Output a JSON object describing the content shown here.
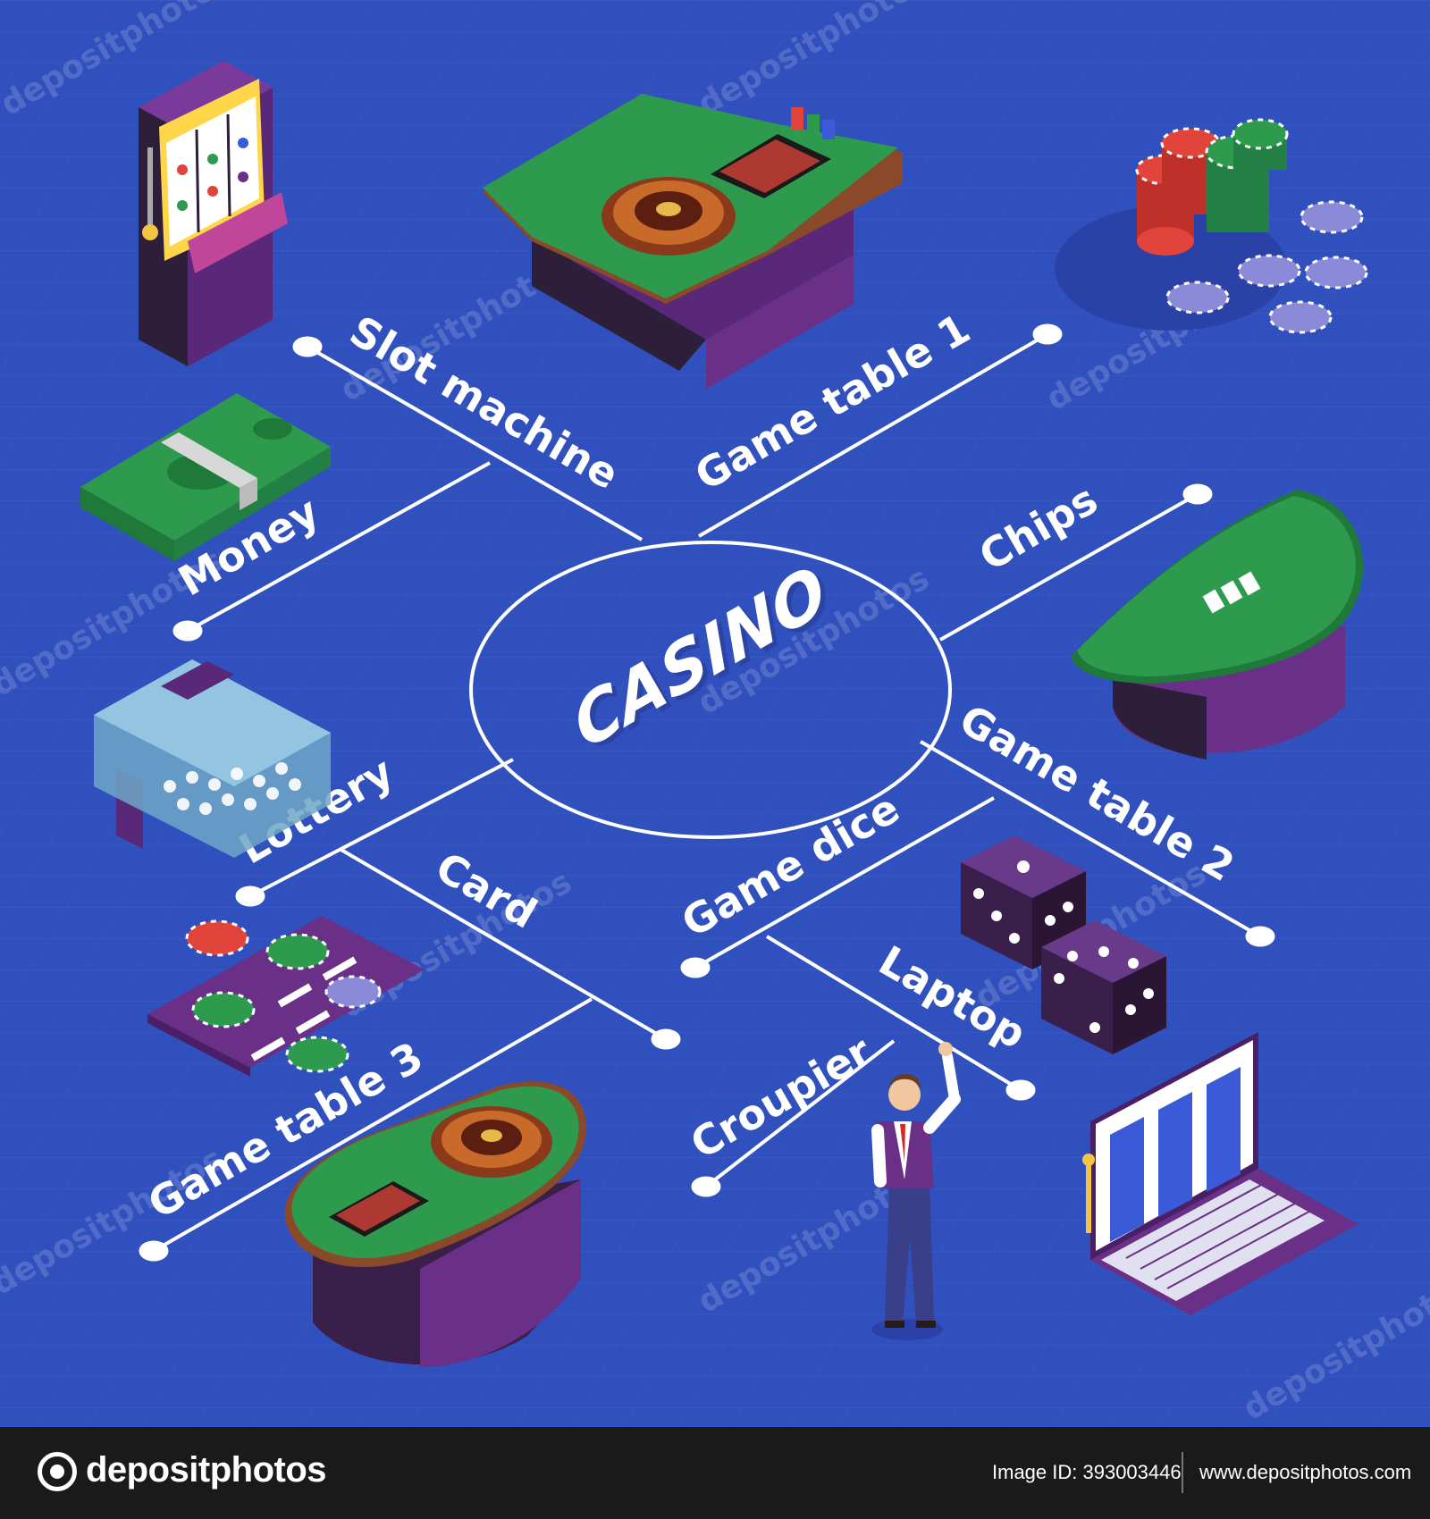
{
  "center": {
    "title": "CASINO"
  },
  "labels": {
    "slot_machine": "Slot machine",
    "game_table_1": "Game table 1",
    "money": "Money",
    "chips": "Chips",
    "lottery": "Lottery",
    "game_table_2": "Game table 2",
    "card": "Card",
    "game_dice": "Game dice",
    "game_table_3": "Game table 3",
    "croupier": "Croupier",
    "laptop": "Laptop"
  },
  "watermark": {
    "text": "depositphotos"
  },
  "footer": {
    "brand": "depositphotos",
    "image_id": "Image ID: 393003446",
    "url": "www.depositphotos.com"
  },
  "colors": {
    "background": "#3050be",
    "felt_green": "#2e9a4e",
    "table_purple": "#6a2f86",
    "chip_red": "#e0443a",
    "line_white": "#ffffff"
  }
}
